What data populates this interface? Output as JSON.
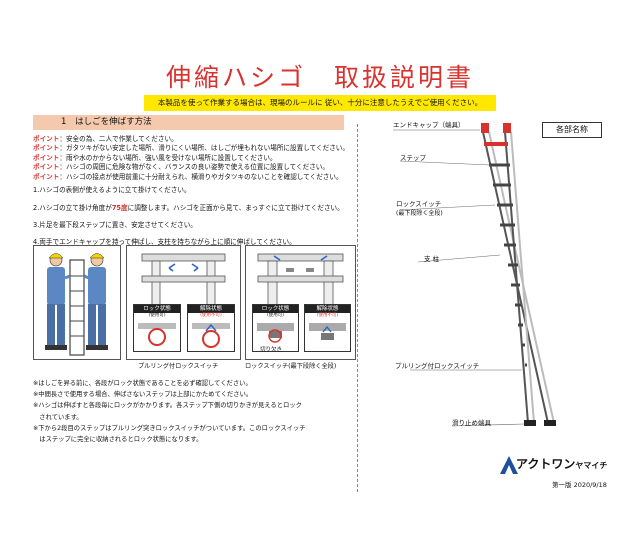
{
  "title": "伸縮ハシゴ　取扱説明書",
  "notice": "本製品を使って作業する場合は、現場のルールに 従い、十分に注意したうえでご使用ください。",
  "section": {
    "number": "1",
    "title": "はしごを伸ばす方法"
  },
  "points": [
    {
      "label": "ポイント",
      "text": "：安全の為、二人で作業してください。"
    },
    {
      "label": "ポイント",
      "text": "：ガタツキがない安定した場所、滑りにくい場所、はしごが埋もれない場所に設置してください。"
    },
    {
      "label": "ポイント",
      "text": "：雨や水のかからない場所、強い風を受けない場所に設置してください。"
    },
    {
      "label": "ポイント",
      "text": "：ハシゴの周囲に危険な物がなく、バランスの良い姿勢で使える位置に設置してください。"
    },
    {
      "label": "ポイント",
      "text": "：ハシゴの接点が使用前重に十分耐えられ、横滑りやガタツキのないことを確認してください。"
    }
  ],
  "steps": {
    "s1": "1.ハシゴの表側が使えるように立て掛けてください。",
    "s2_pre": "2.ハシゴの立て掛け角度が",
    "s2_angle": "75度",
    "s2_post": "に調整します。ハシゴを正面から見て、まっすぐに立て掛けてください。",
    "s3": "3.片足を最下段ステップに置き、安定させてください。",
    "s4": "4.両手でエンドキャップを持って伸ばし、支柱を持ちながら上に順に伸ばしてください。"
  },
  "figures": {
    "lock_state": "ロック状態",
    "lock_sub": "(使用可)",
    "unlock_state": "解除状態",
    "unlock_sub": "(使用不可)",
    "notch": "切り欠き",
    "caption_pullring": "プルリング付ロックスイッチ",
    "caption_lowest": "ロックスイッチ(最下段除く全段)"
  },
  "notes": [
    "※はしごを昇る前に、各段がロック状態であることを必ず確認してください。",
    "※中間長さで使用する場合、伸ばさないステップは上部にかためてください。",
    "※ハシゴは伸ばすと各段毎にロックがかかります。各ステップ下側の切りかきが見えるとロック",
    "　されています。",
    "※下から2段目のステップはプルリング突きロックスイッチがついています。このロックスイッチ",
    "　はステップに完全に収納されるとロック状態になります。"
  ],
  "parts": {
    "title": "各部名称",
    "end_cap": "エンドキャップ（端具）",
    "step": "ステップ",
    "lock_switch": "ロックスイッチ",
    "lock_switch_sub": "(最下段除く全段)",
    "pillar": "支 柱",
    "pullring_switch": "プルリング付ロックスイッチ",
    "anti_slip": "滑り止め端具"
  },
  "brand": {
    "name": "アクトワン",
    "sub": "ヤマイチ"
  },
  "edition": "第一版  2020/9/18",
  "colors": {
    "title_red": "#d8322e",
    "notice_yellow": "#ffe800",
    "section_bg": "#f4c9ae"
  }
}
